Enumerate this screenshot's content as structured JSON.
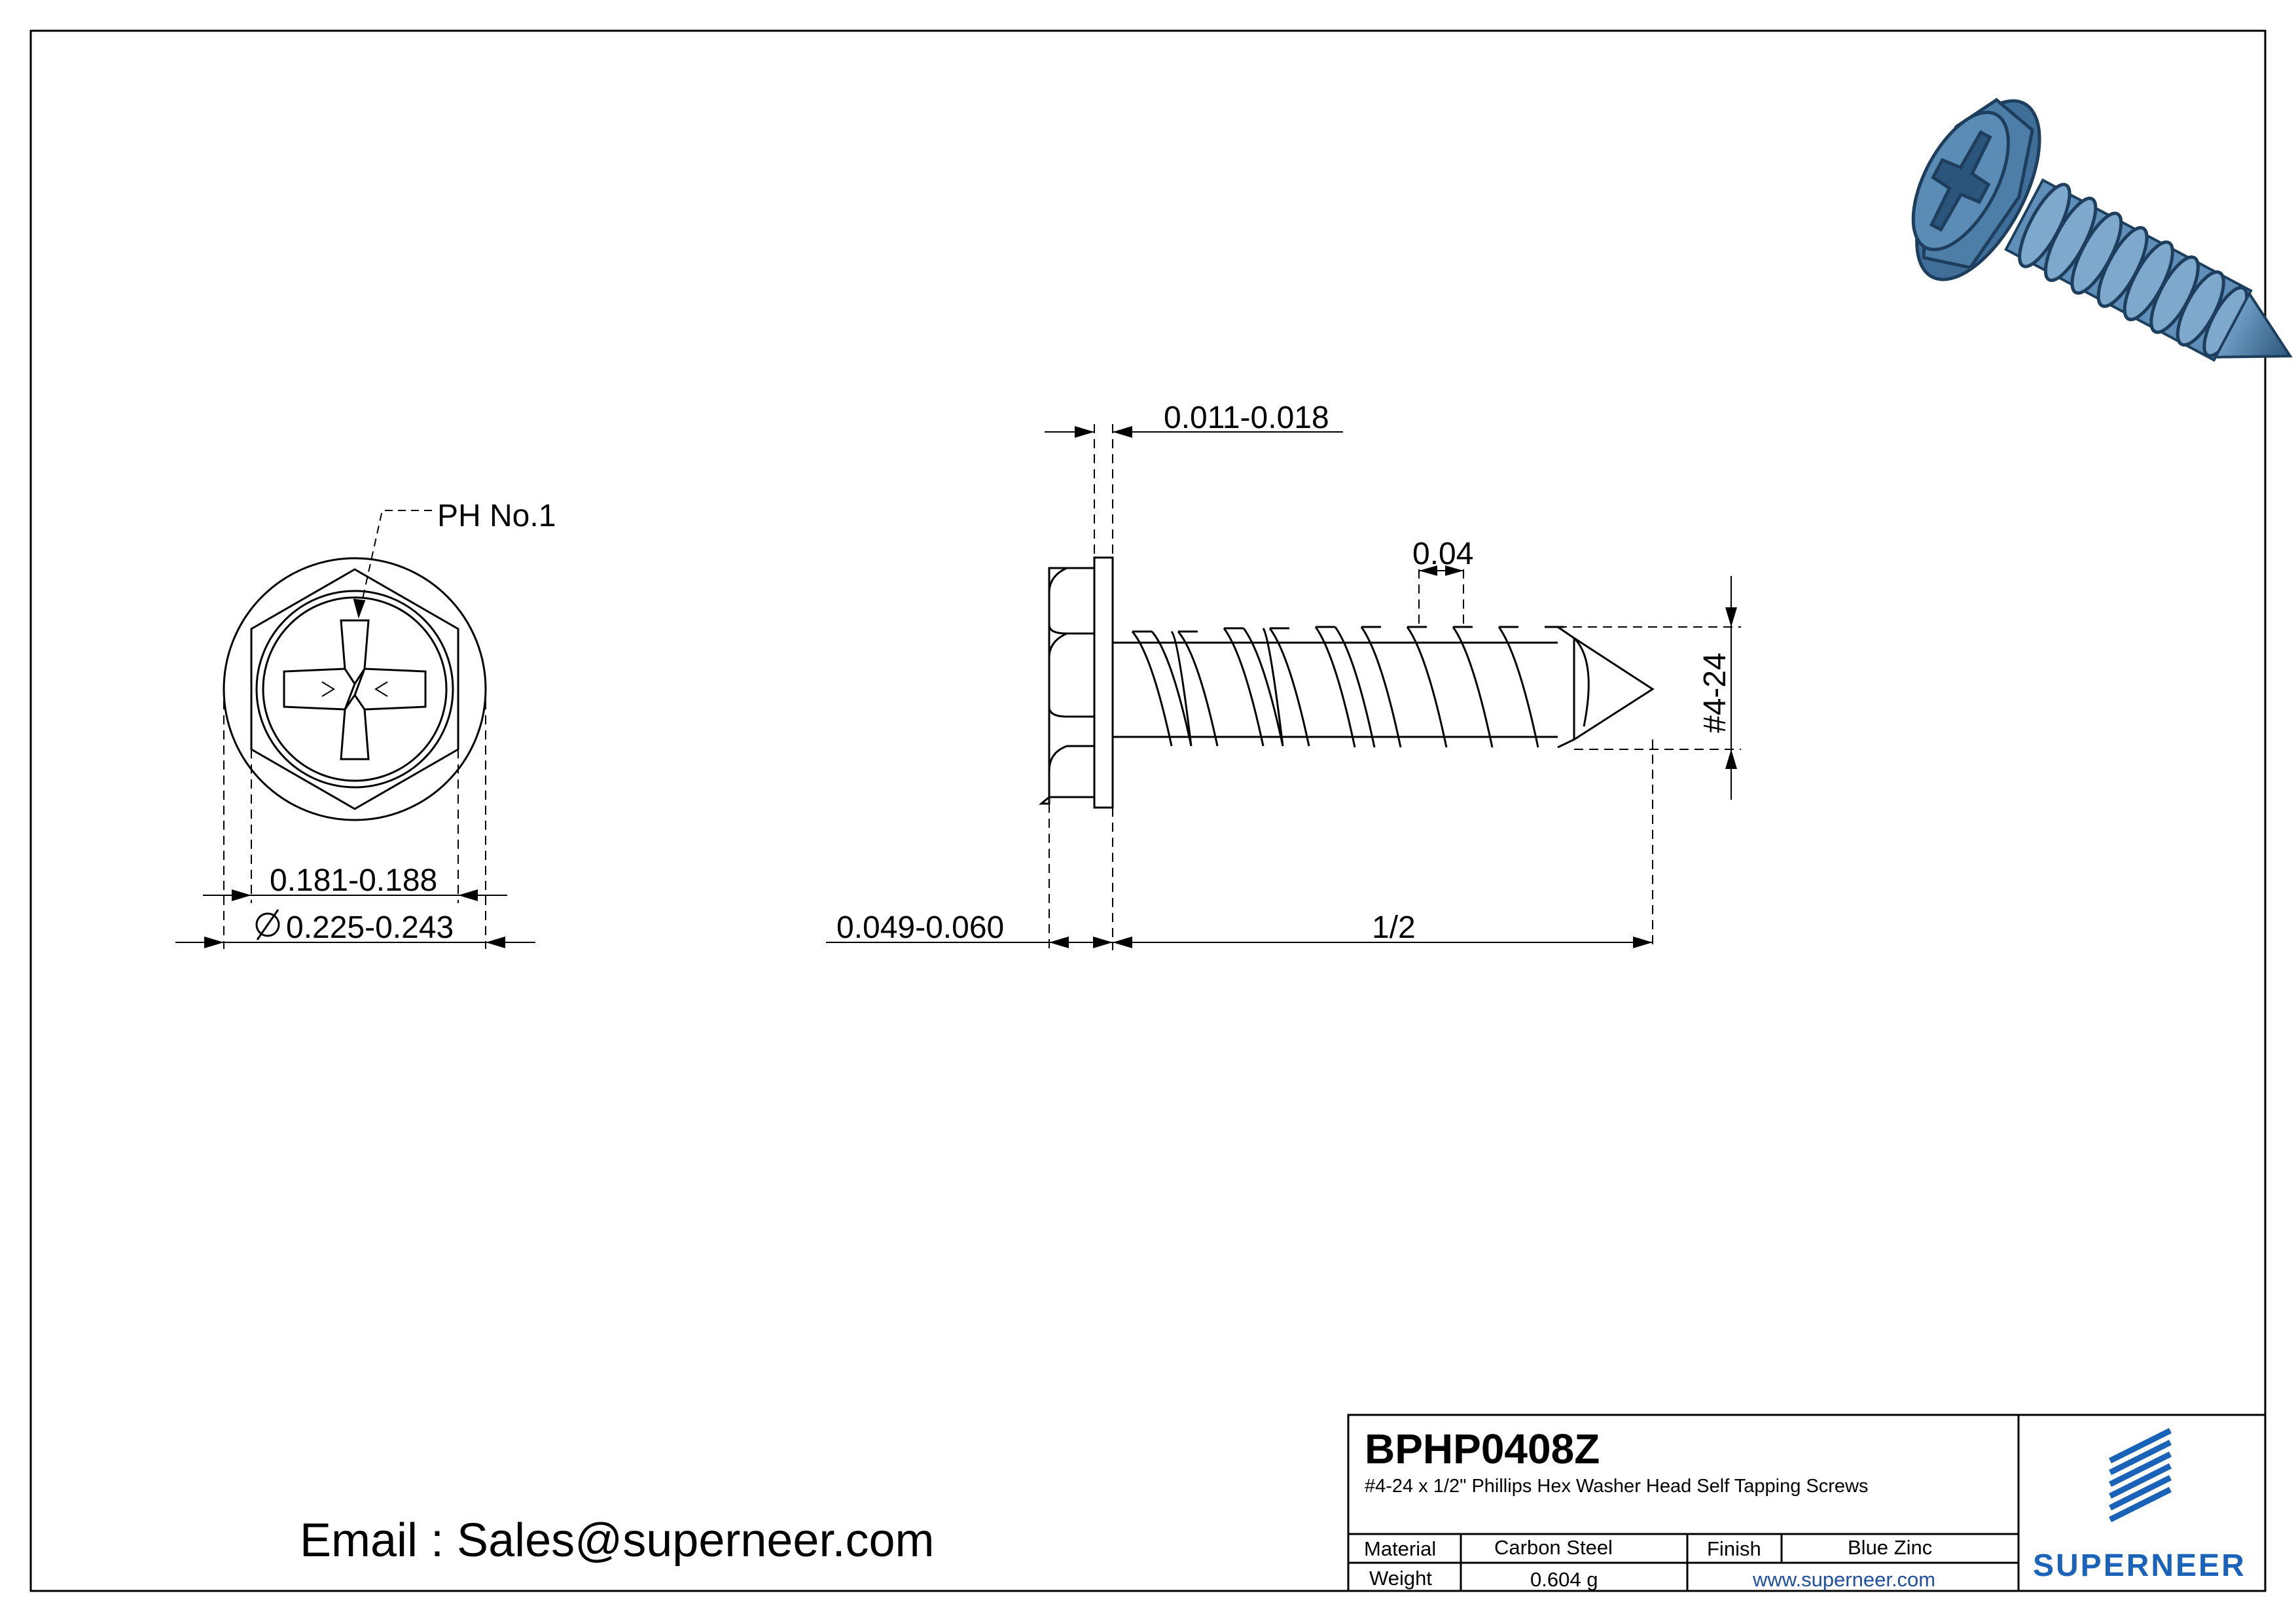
{
  "drawing": {
    "callouts": {
      "drive": "PH No.1",
      "across_flats": "0.181-0.188",
      "washer_diameter": "0.225-0.243",
      "washer_thickness": "0.011-0.018",
      "thread_pitch": "0.04",
      "thread_size": "#4-24",
      "head_height": "0.049-0.060",
      "length": "1/2"
    }
  },
  "title_block": {
    "part_number": "BPHP0408Z",
    "description": "#4-24 x 1/2\" Phillips Hex Washer Head Self Tapping Screws",
    "material_label": "Material",
    "material_value": "Carbon Steel",
    "finish_label": "Finish",
    "finish_value": "Blue Zinc",
    "weight_label": "Weight",
    "weight_value": "0.604 g",
    "website": "www.superneer.com",
    "brand": "SUPERNEER"
  },
  "contact": {
    "email": "Email : Sales@superneer.com"
  },
  "colors": {
    "screw_blue": "#4d7ea8",
    "screw_dark": "#1d3e5c",
    "brand_blue": "#1a63b8"
  }
}
